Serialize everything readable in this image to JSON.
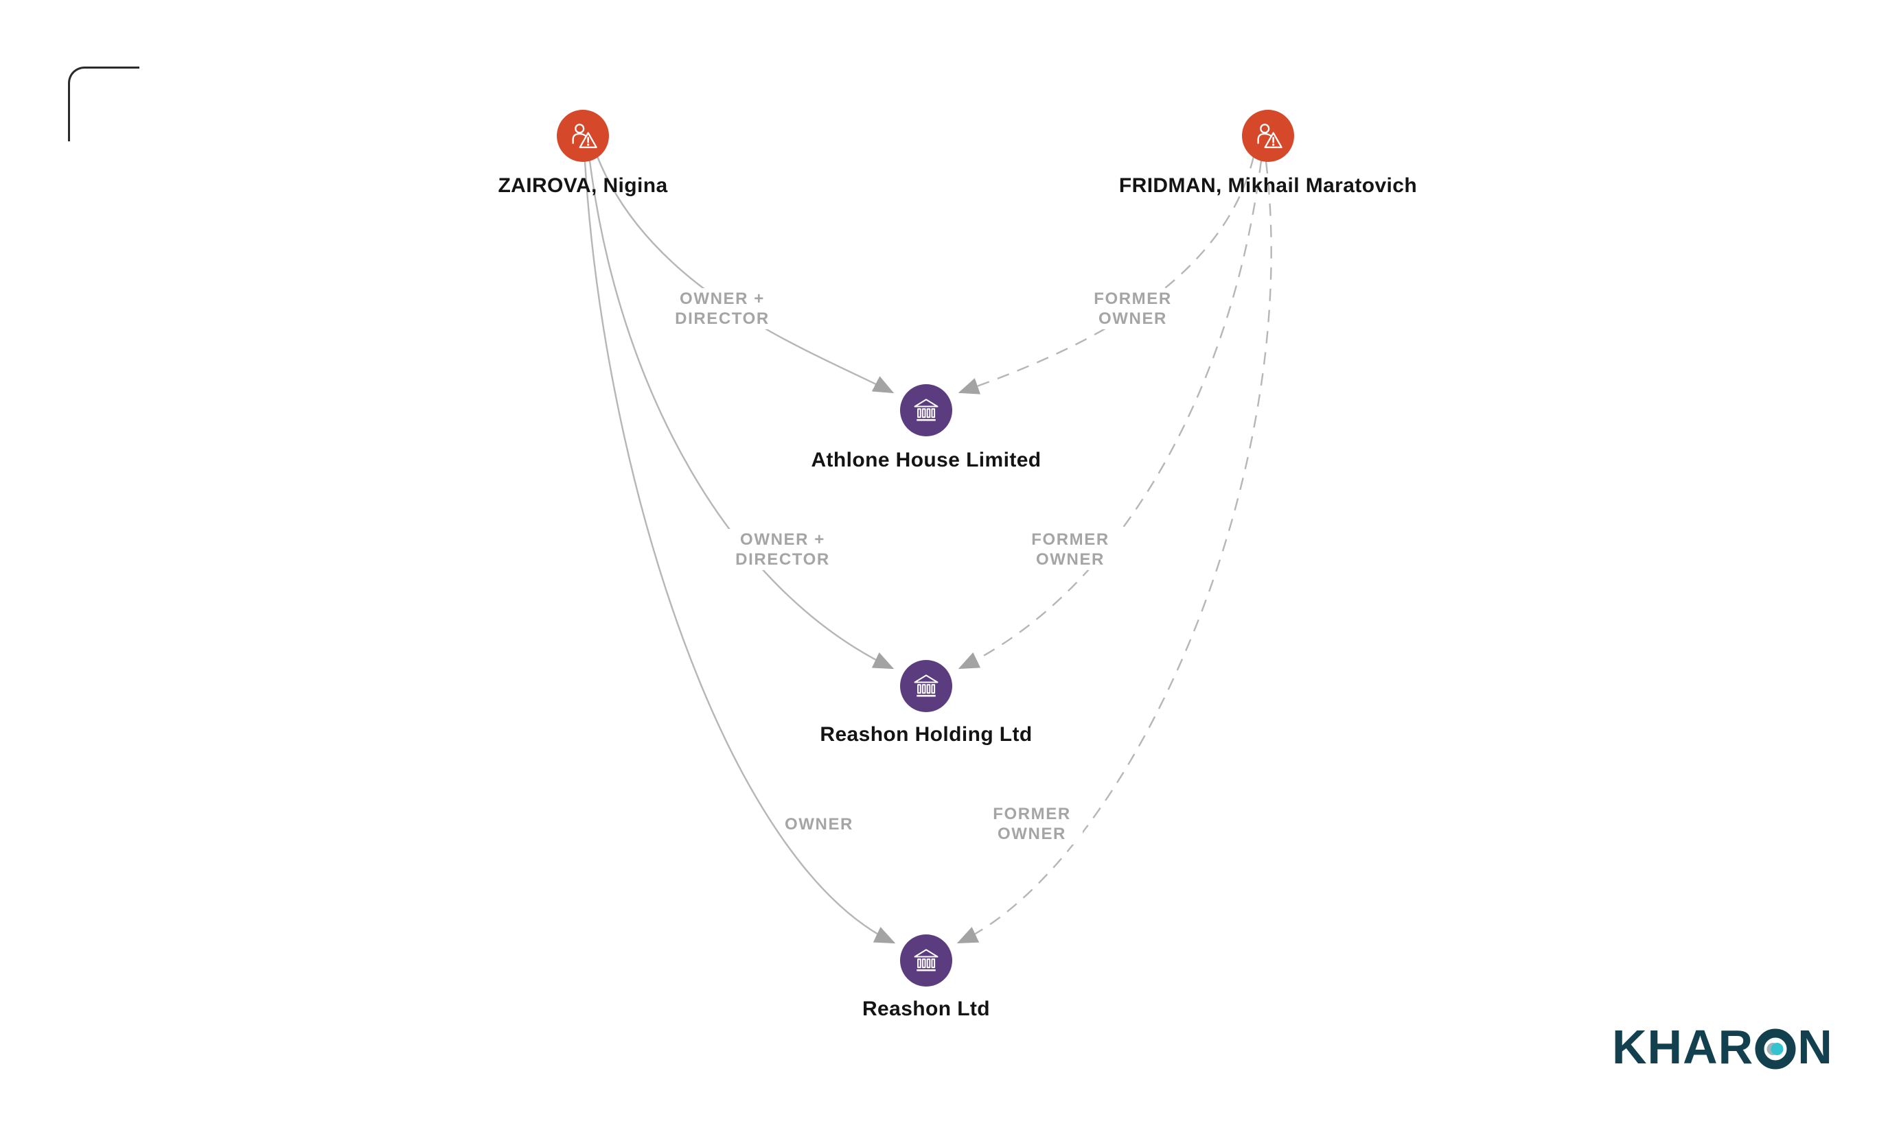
{
  "diagram": {
    "nodes": [
      {
        "id": "zairova",
        "label": "ZAIROVA, Nigina",
        "type": "person",
        "icon": "person-alert-icon",
        "color": "#d5482a"
      },
      {
        "id": "fridman",
        "label": "FRIDMAN, Mikhail Maratovich",
        "type": "person",
        "icon": "person-alert-icon",
        "color": "#d5482a"
      },
      {
        "id": "athlone",
        "label": "Athlone House Limited",
        "type": "company",
        "icon": "bank-icon",
        "color": "#5b3d7f"
      },
      {
        "id": "reashon-holding",
        "label": "Reashon Holding Ltd",
        "type": "company",
        "icon": "bank-icon",
        "color": "#5b3d7f"
      },
      {
        "id": "reashon",
        "label": "Reashon Ltd",
        "type": "company",
        "icon": "bank-icon",
        "color": "#5b3d7f"
      }
    ],
    "edges": [
      {
        "from": "zairova",
        "to": "athlone",
        "label": "OWNER + DIRECTOR",
        "line": "solid"
      },
      {
        "from": "fridman",
        "to": "athlone",
        "label": "FORMER OWNER",
        "line": "dashed"
      },
      {
        "from": "zairova",
        "to": "reashon-holding",
        "label": "OWNER + DIRECTOR",
        "line": "solid"
      },
      {
        "from": "fridman",
        "to": "reashon-holding",
        "label": "FORMER OWNER",
        "line": "dashed"
      },
      {
        "from": "zairova",
        "to": "reashon",
        "label": "OWNER",
        "line": "solid"
      },
      {
        "from": "fridman",
        "to": "reashon",
        "label": "FORMER OWNER",
        "line": "dashed"
      }
    ],
    "colors": {
      "edge": "#b6b6b6",
      "arrowhead": "#a3a3a3",
      "edge_label": "#a5a5a5",
      "node_label": "#141414",
      "person_node": "#d5482a",
      "company_node": "#5b3d7f"
    }
  },
  "branding": {
    "logo_full": "KHARON",
    "logo_prefix": "KHAR",
    "logo_suffix": "N",
    "logo_color": "#12404f",
    "logo_accent": "#36c3d1"
  }
}
